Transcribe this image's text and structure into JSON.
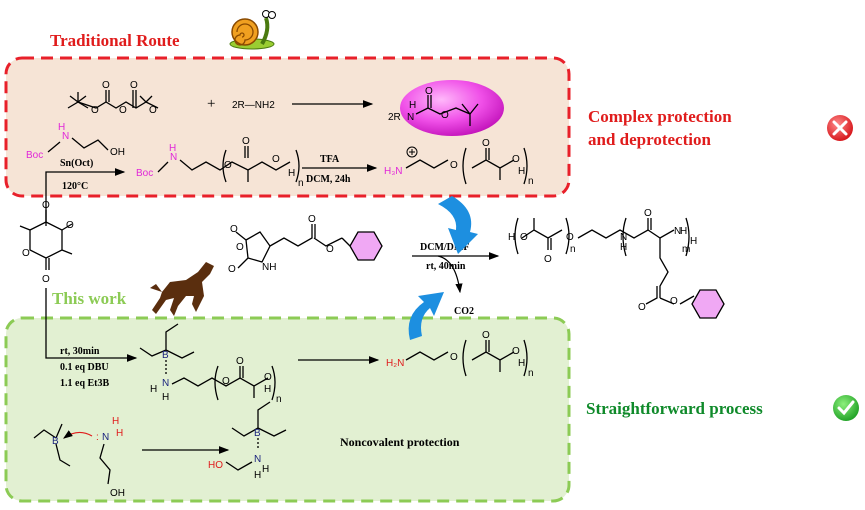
{
  "title_traditional": "Traditional Route",
  "title_this_work": "This work",
  "result_bad_line1": "Complex protection",
  "result_bad_line2": "and deprotection",
  "result_good": "Straightforward process",
  "noncovalent_label": "Noncovalent protection",
  "cond_sn_line1": "Sn(Oct)",
  "cond_sn_line2": "120°C",
  "cond_tfa_line1": "TFA",
  "cond_tfa_line2": "DCM, 24h",
  "cond_dcm_line1": "DCM/DMF",
  "cond_dcm_line2": "rt, 40min",
  "cond_rt_line1": "rt, 30min",
  "cond_rt_line2": "0.1 eq DBU",
  "cond_rt_line3": "1.1 eq Et3B",
  "co2": "CO2",
  "boc": "Boc",
  "amine_reagent": "2R—NH2",
  "amine_product": "2R",
  "plus": "+",
  "colors": {
    "red_dash": "#e8202a",
    "red_fill": "#f6e4d6",
    "green_dash": "#8ccb55",
    "green_fill": "#e2f0d2",
    "magenta": "#e026d8",
    "red_text": "#e01c1c",
    "green_text": "#0f8a2a",
    "blue_arrow": "#1d8fe0"
  }
}
